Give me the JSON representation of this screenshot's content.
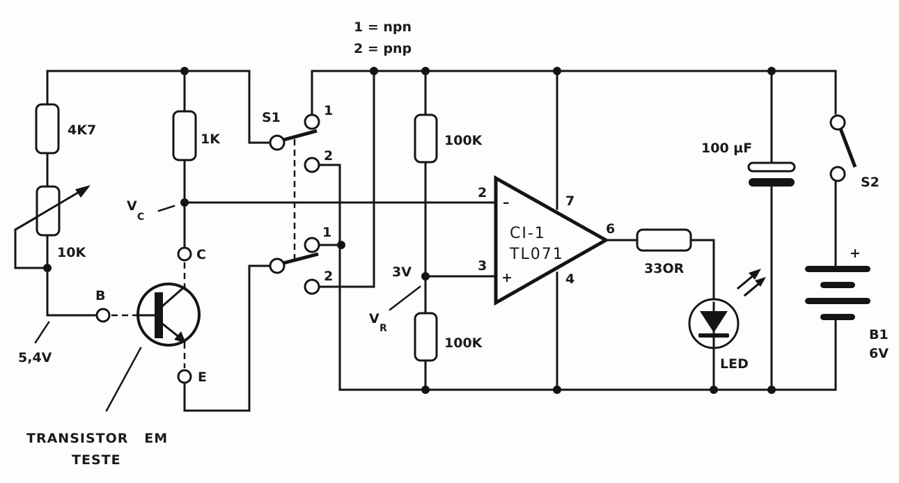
{
  "diagram": {
    "type": "electronic-schematic",
    "subject": "transistor tester (npn/pnp) with TL071 comparator and LED indicator",
    "legend": {
      "line1": "1 = npn",
      "line2": "2 = pnp"
    },
    "components": {
      "r_4k7": {
        "label": "4K7"
      },
      "r_1k": {
        "label": "1K"
      },
      "pot_10k": {
        "label": "10K"
      },
      "r_100k_top": {
        "label": "100K"
      },
      "r_100k_bottom": {
        "label": "100K"
      },
      "r_330": {
        "label": "33OR"
      },
      "cap": {
        "label": "100 µF"
      },
      "switch_s1": {
        "label": "S1",
        "pos_upper_1": "1",
        "pos_upper_2": "2",
        "pos_lower_1": "1",
        "pos_lower_2": "2"
      },
      "switch_s2": {
        "label": "S2"
      },
      "battery": {
        "label": "B1",
        "voltage": "6V",
        "plus": "+"
      },
      "led": {
        "label": "LED"
      },
      "opamp": {
        "name": "CI-1",
        "part": "TL071",
        "pin_inv": "2",
        "pin_noninv": "3",
        "pin_vplus": "7",
        "pin_vminus": "4",
        "pin_out": "6",
        "sym_minus": "–",
        "sym_plus": "+"
      },
      "transistor": {
        "terminal_b": "B",
        "terminal_c": "C",
        "terminal_e": "E",
        "caption_line1": "TRANSISTOR   EM",
        "caption_line2": "TESTE"
      }
    },
    "annotations": {
      "vc": {
        "main": "V",
        "sub": "C"
      },
      "vr": {
        "main": "V",
        "sub": "R"
      },
      "v_ref": "3V",
      "v_base": "5,4V"
    }
  }
}
